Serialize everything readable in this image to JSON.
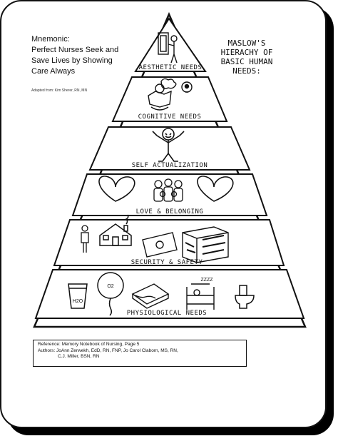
{
  "mnemonic": {
    "lines": [
      "Mnemonic:",
      "Perfect Nurses Seek and",
      "Save Lives by Showing",
      "Care Always"
    ],
    "adapted": "Adapted from: Kim Sherer, RN, MN"
  },
  "maslow_title": [
    "MASLOW'S",
    "HIERACHY OF",
    "BASIC HUMAN",
    "NEEDS:"
  ],
  "tiers": {
    "aesthetic": "AESTHETIC NEEDS",
    "cognitive": "COGNITIVE NEEDS",
    "self_actualization": "SELF ACTUALIZATION",
    "love": "LOVE & BELONGING",
    "security": "SECURITY & SAFETY",
    "physiological": "PHYSIOLOGICAL NEEDS"
  },
  "icon_labels": {
    "water": "H2O",
    "oxygen": "O2",
    "sleep": "ZZZZ"
  },
  "reference": {
    "line1": "Reference: Memory Notebook of Nursing,  Page 5",
    "line2": "Authors: JoAnn Zerwekh, EdD, RN, FNP, Jo Carol Claborn, MS, RN,",
    "line3": "C.J. Miller, BSN, RN"
  }
}
